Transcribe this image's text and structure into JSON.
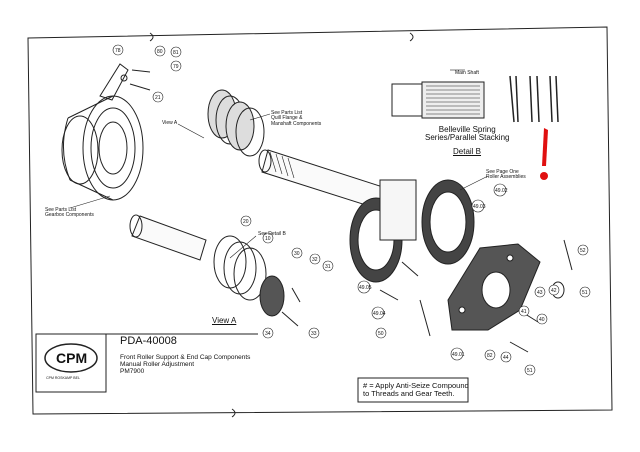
{
  "drawing": {
    "part_number": "PDA-40008",
    "description_lines": [
      "Front Roller Support & End Cap Components",
      "Manual Roller Adjustment",
      "PM7900"
    ],
    "logo_text": "CPM",
    "company_text": "CPM ROSKAMP BEL",
    "view_a_label": "View A",
    "view_a_small": "View A",
    "see_detail_b": "See Detail B",
    "see_parts_list_1": [
      "See Parts List",
      "Quill Flange &",
      "Manshaft Components"
    ],
    "see_parts_list_2": [
      "See Parts List",
      "Gearbox Components"
    ],
    "see_page_one": [
      "See Page One",
      "Roller Assemblies"
    ],
    "main_shaft_label": "Main Shaft",
    "belleville_lines": [
      "Belleville Spring",
      "Series/Parallel Stacking"
    ],
    "detail_b": "Detail B",
    "note_lines": [
      "# = Apply Anti-Seize Compound",
      "to Threads and Gear Teeth."
    ],
    "callouts": [
      "78",
      "80",
      "81",
      "79",
      "82",
      "21",
      "20",
      "10",
      "30",
      "32",
      "31",
      "34",
      "33",
      "49.02",
      "49.03",
      "49.04",
      "49.01",
      "49.05",
      "50",
      "52",
      "51",
      "42",
      "41",
      "40",
      "43",
      "44",
      "51"
    ]
  },
  "colors": {
    "ink": "#1a1a1a",
    "accent": "#e01010",
    "hatch": "#333333"
  }
}
